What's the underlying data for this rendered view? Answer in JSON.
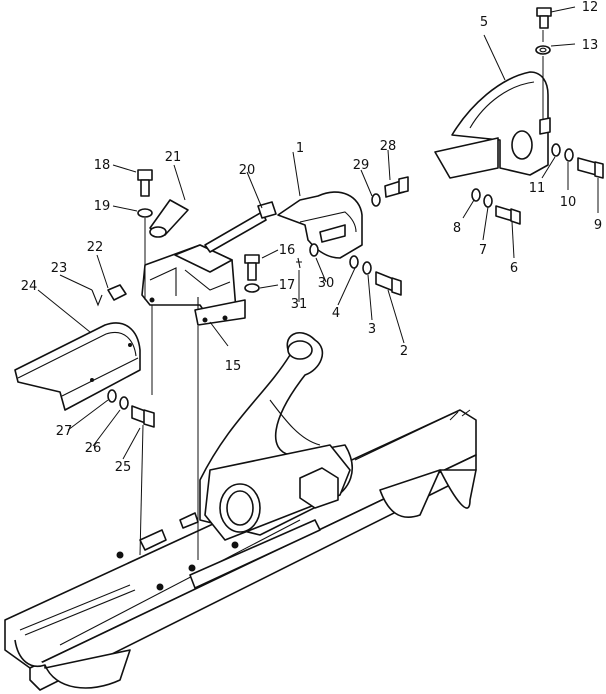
{
  "diagram": {
    "callouts": [
      {
        "id": "c1",
        "label": "1"
      },
      {
        "id": "c2",
        "label": "2"
      },
      {
        "id": "c3",
        "label": "3"
      },
      {
        "id": "c4",
        "label": "4"
      },
      {
        "id": "c5",
        "label": "5"
      },
      {
        "id": "c6",
        "label": "6"
      },
      {
        "id": "c7",
        "label": "7"
      },
      {
        "id": "c8",
        "label": "8"
      },
      {
        "id": "c9",
        "label": "9"
      },
      {
        "id": "c10",
        "label": "10"
      },
      {
        "id": "c11",
        "label": "11"
      },
      {
        "id": "c12",
        "label": "12"
      },
      {
        "id": "c13",
        "label": "13"
      },
      {
        "id": "c15",
        "label": "15"
      },
      {
        "id": "c16",
        "label": "16"
      },
      {
        "id": "c17",
        "label": "17"
      },
      {
        "id": "c18",
        "label": "18"
      },
      {
        "id": "c19",
        "label": "19"
      },
      {
        "id": "c20",
        "label": "20"
      },
      {
        "id": "c21",
        "label": "21"
      },
      {
        "id": "c22",
        "label": "22"
      },
      {
        "id": "c23",
        "label": "23"
      },
      {
        "id": "c24",
        "label": "24"
      },
      {
        "id": "c25",
        "label": "25"
      },
      {
        "id": "c26",
        "label": "26"
      },
      {
        "id": "c27",
        "label": "27"
      },
      {
        "id": "c28",
        "label": "28"
      },
      {
        "id": "c29",
        "label": "29"
      },
      {
        "id": "c30",
        "label": "30"
      },
      {
        "id": "c31",
        "label": "31"
      }
    ]
  }
}
